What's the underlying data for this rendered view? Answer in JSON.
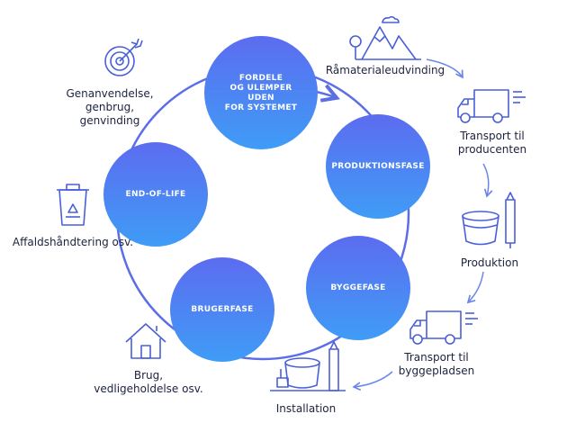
{
  "colors": {
    "ring": "#5b6ee8",
    "node_top": "#5c6cf0",
    "node_bottom": "#3f9cf6",
    "icon": "#4a5fd8",
    "text": "#1d2240",
    "arrow": "#6c86ec"
  },
  "center_nodes": [
    {
      "id": "systemet",
      "lines": [
        "FORDELE",
        "OG ULEMPER",
        "UDEN",
        "FOR SYSTEMET"
      ]
    },
    {
      "id": "produktion",
      "lines": [
        "PRODUKTIONSFASE"
      ]
    },
    {
      "id": "bygge",
      "lines": [
        "BYGGEFASE"
      ]
    },
    {
      "id": "bruger",
      "lines": [
        "BRUGERFASE"
      ]
    },
    {
      "id": "eol",
      "lines": [
        "END-OF-LIFE"
      ]
    }
  ],
  "outer_labels": {
    "raamateriale": [
      "Råmaterialeudvinding"
    ],
    "transport1": [
      "Transport til",
      "producenten"
    ],
    "produktion": [
      "Produktion"
    ],
    "transport2": [
      "Transport til",
      "byggepladsen"
    ],
    "installation": [
      "Installation"
    ],
    "brug": [
      "Brug,",
      "vedligeholdelse osv."
    ],
    "affald": [
      "Affaldshåndtering osv."
    ],
    "genanvendelse": [
      "Genanvendelse,",
      "genbrug,",
      "genvinding"
    ]
  },
  "icons": [
    "target-icon",
    "mountains-icon",
    "truck-icon",
    "bucket-icon",
    "house-icon",
    "recycle-bin-icon"
  ]
}
